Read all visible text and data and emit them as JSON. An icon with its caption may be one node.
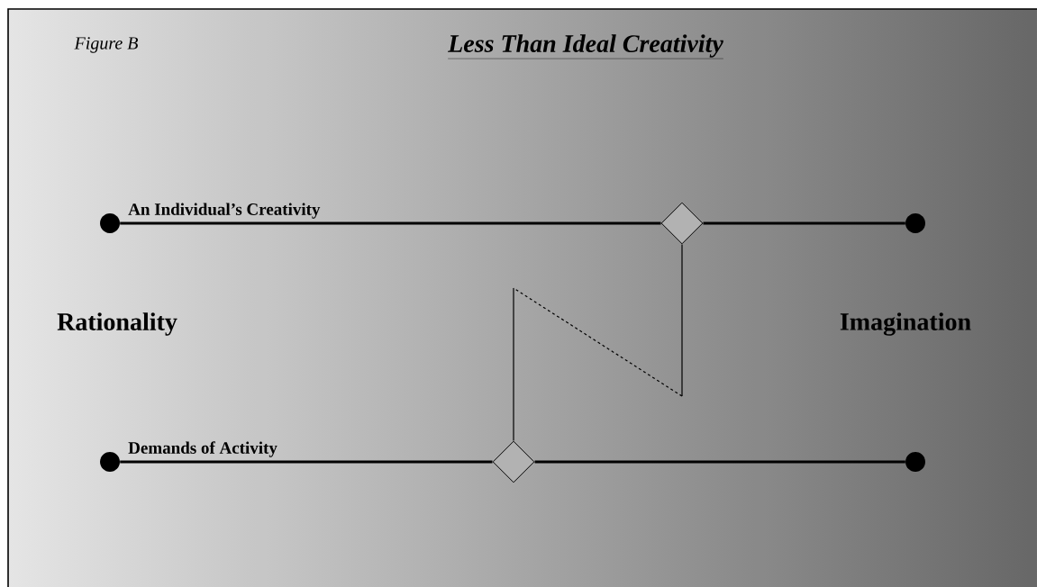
{
  "diagram": {
    "title": "Less Than Ideal Creativity",
    "nodes": [
      {
        "text": [],
        "shape": "circle"
      },
      {
        "text": [],
        "shape": "diamond"
      },
      {
        "text": [],
        "shape": "circle"
      },
      {
        "text": [],
        "shape": "circle"
      },
      {
        "text": [],
        "shape": "diamond"
      },
      {
        "text": [],
        "shape": "circle"
      }
    ],
    "edges": [
      {
        "from": 0,
        "to": 1,
        "arrow": "none",
        "label": "An Individual’s Creativity"
      },
      {
        "from": 1,
        "to": 2,
        "arrow": "none"
      },
      {
        "from": 3,
        "to": 4,
        "arrow": "none",
        "label": "Demands of Activity"
      },
      {
        "from": 4,
        "to": 5,
        "arrow": "none"
      },
      {
        "from": 1,
        "to": 4,
        "arrow": "none",
        "style": "dashed"
      }
    ],
    "labels": [
      "Figure B",
      "Rationality",
      "Imagination"
    ]
  }
}
